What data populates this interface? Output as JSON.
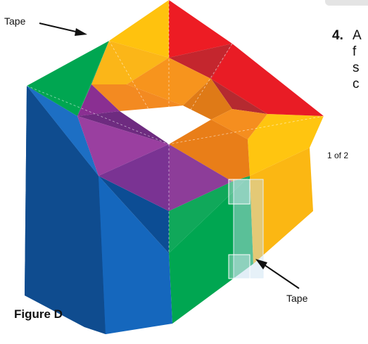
{
  "labels": {
    "tape_top": "Tape",
    "tape_bottom": "Tape",
    "figure_caption": "Figure D",
    "step_number": "4.",
    "step_fragments": [
      "A",
      "f",
      "s",
      "c"
    ],
    "page_indicator": "1 of 2"
  },
  "colors": {
    "blue": "#1565c0",
    "dark_blue": "#0d4a90",
    "green": "#00a651",
    "yellow": "#ffc20e",
    "red": "#ed1c24",
    "dark_red": "#c4262e",
    "orange": "#f7941d",
    "dark_orange": "#e07a14",
    "purple": "#92278f",
    "dark_purple": "#6d2a7e",
    "tape": "rgba(200,225,240,0.5)"
  }
}
